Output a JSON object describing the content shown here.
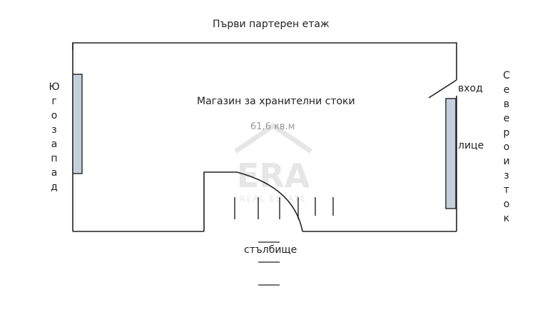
{
  "title": "Първи партерен етаж",
  "room_label": "Магазин за хранителни стоки",
  "area_label": "61,6 кв.м",
  "entrance_label": "вход",
  "front_label": "лице",
  "stairs_label": "стълбище",
  "southwest_label": "Югозапад",
  "northeast_label": "Североизток",
  "watermark": {
    "logo": "ERA",
    "subtitle": "REAL ESTATE"
  },
  "colors": {
    "wall": "#222222",
    "window_fill": "#c5d0de",
    "watermark": "#e3e3e3"
  }
}
